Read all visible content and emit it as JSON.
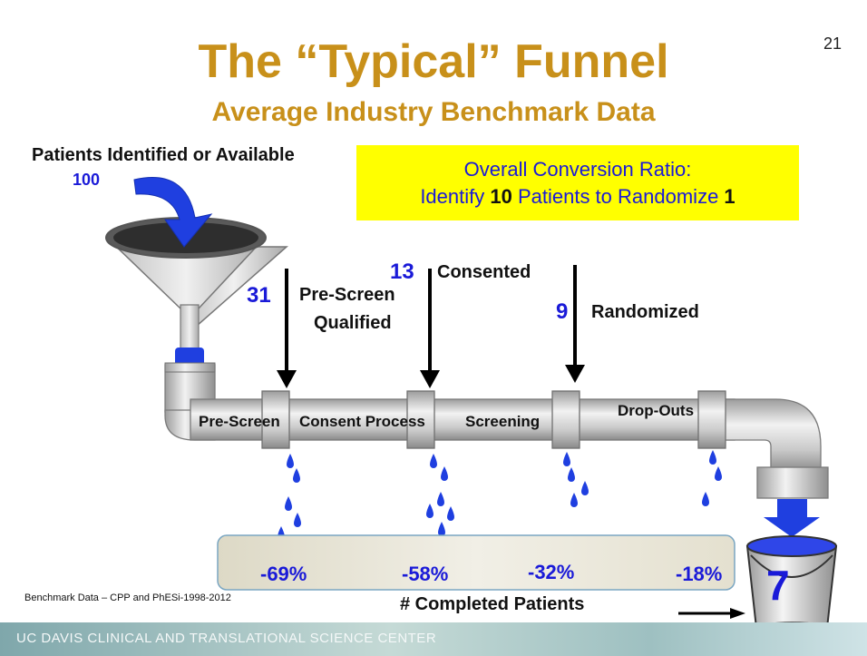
{
  "slide": {
    "page_number": "21",
    "title": "The “Typical” Funnel",
    "subtitle": "Average Industry Benchmark Data"
  },
  "conversion_box": {
    "line1": "Overall Conversion Ratio:",
    "line2_a": "Identify ",
    "line2_b": "10",
    "line2_c": " Patients to Randomize ",
    "line2_d": "1"
  },
  "input": {
    "label": "Patients Identified or Available",
    "count": "100"
  },
  "milestones": [
    {
      "count": "31",
      "label_line1": "Pre-Screen",
      "label_line2": "Qualified"
    },
    {
      "count": "13",
      "label_line1": "Consented"
    },
    {
      "count": "9",
      "label_line1": "Randomized"
    }
  ],
  "stages": [
    "Pre-Screen",
    "Consent Process",
    "Screening",
    "Drop-Outs"
  ],
  "dropoffs": [
    "-69%",
    "-58%",
    "-32%",
    "-18%"
  ],
  "output": {
    "count": "7",
    "label": "# Completed Patients"
  },
  "source_note": "Benchmark Data – CPP and PhESi-1998-2012",
  "footer": "UC DAVIS CLINICAL AND TRANSLATIONAL SCIENCE CENTER",
  "colors": {
    "title": "#c8901a",
    "accent_blue": "#1a1ad8",
    "highlight": "#ffff00",
    "pipe": "#cfcfcf"
  }
}
